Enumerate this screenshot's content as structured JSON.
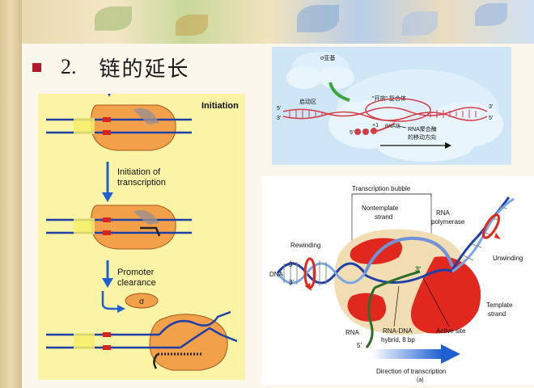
{
  "slide": {
    "title_number": "2.",
    "title_text": "链的延长"
  },
  "initiation_panel": {
    "heading": "Initiation",
    "step1_line1": "Initiation of",
    "step1_line2": "transcription",
    "step2_line1": "Promoter",
    "step2_line2": "clearance",
    "sigma": "σ"
  },
  "complex_panel": {
    "sigma_label": "σ亚基",
    "promoter_label": "启动区",
    "open_complex_label": "\"开放\" 复合体",
    "rna_chain_label": "RNA链",
    "movement_line1": "RNA聚合酶",
    "movement_line2": "的移动方向",
    "five_prime": "5'",
    "three_prime": "3'",
    "plus_one": "+1"
  },
  "bubble_panel": {
    "transcription_bubble": "Transcription bubble",
    "nontemplate_line1": "Nontemplate",
    "nontemplate_line2": "strand",
    "rna_polymerase_line1": "RNA",
    "rna_polymerase_line2": "polymerase",
    "rewinding": "Rewinding",
    "unwinding": "Unwinding",
    "dna": "DNA",
    "five_prime": "5'",
    "three_prime": "3'",
    "template_line1": "Template",
    "template_line2": "strand",
    "rna": "RNA",
    "rna_dna_line1": "RNA-DNA",
    "rna_dna_line2": "hybrid, 8 bp",
    "active_site": "Active site",
    "direction": "Direction of transcription",
    "figure_label": "(a)"
  },
  "colors": {
    "bullet": "#b01a2a",
    "polymerase_orange": "#f2a14a",
    "dna_blue": "#1f3fa8",
    "arrow_blue": "#1f5fd1",
    "enzyme_red": "#e0281e"
  }
}
